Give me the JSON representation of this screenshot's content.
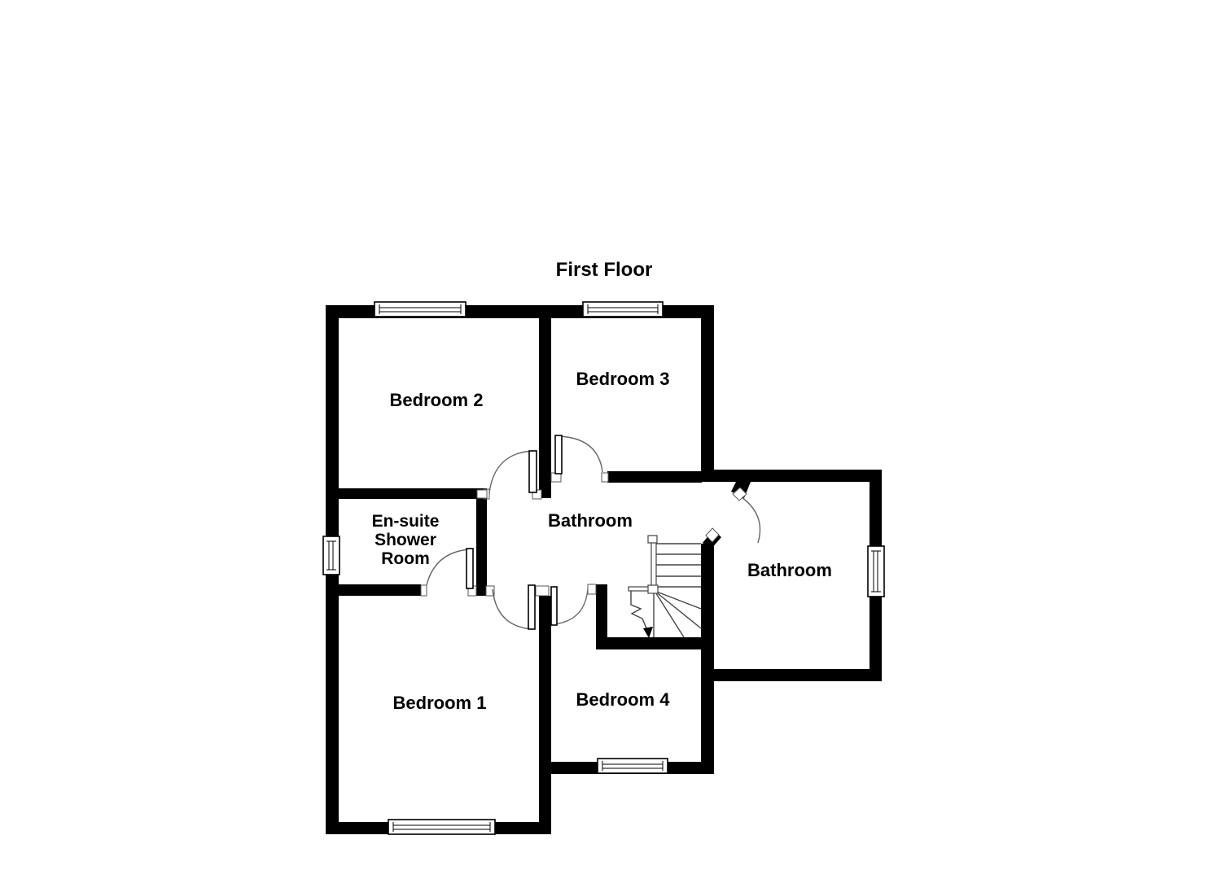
{
  "title": "First Floor",
  "rooms": {
    "bedroom2": {
      "label": "Bedroom 2"
    },
    "bedroom3": {
      "label": "Bedroom 3"
    },
    "ensuite": {
      "label_lines": [
        "En-suite",
        "Shower",
        "Room"
      ]
    },
    "landing_bathroom": {
      "label": "Bathroom"
    },
    "bathroom_right": {
      "label": "Bathroom"
    },
    "bedroom1": {
      "label": "Bedroom 1"
    },
    "bedroom4": {
      "label": "Bedroom 4"
    }
  },
  "colors": {
    "wall": "#000000",
    "background": "#ffffff",
    "detail_line": "#555555",
    "text": "#000000"
  }
}
